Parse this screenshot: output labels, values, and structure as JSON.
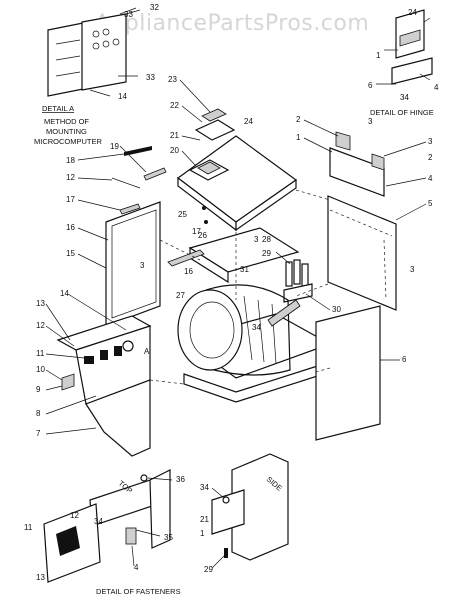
{
  "watermark": "AppliancePartsPros.com",
  "captions": {
    "detail_a": "DETAIL A",
    "method_line1": "METHOD OF",
    "method_line2": "MOUNTING",
    "method_line3": "MICROCOMPUTER",
    "detail_hinge": "DETAIL OF HINGE",
    "detail_fasteners": "DETAIL OF FASTENERS",
    "top_mark": "TOP",
    "side_mark": "SIDE",
    "detail_marker": "A"
  },
  "callouts": [
    "32",
    "33",
    "33",
    "14",
    "24",
    "1",
    "6",
    "34",
    "4",
    "23",
    "22",
    "21",
    "20",
    "24",
    "2",
    "3",
    "1",
    "3",
    "2",
    "4",
    "5",
    "19",
    "18",
    "12",
    "17",
    "16",
    "15",
    "25",
    "26",
    "17",
    "3",
    "16",
    "31",
    "3",
    "28",
    "29",
    "3",
    "14",
    "13",
    "12",
    "11",
    "27",
    "34",
    "30",
    "6",
    "10",
    "9",
    "8",
    "7",
    "36",
    "34",
    "12",
    "11",
    "35",
    "13",
    "4",
    "34",
    "21",
    "1",
    "29"
  ]
}
